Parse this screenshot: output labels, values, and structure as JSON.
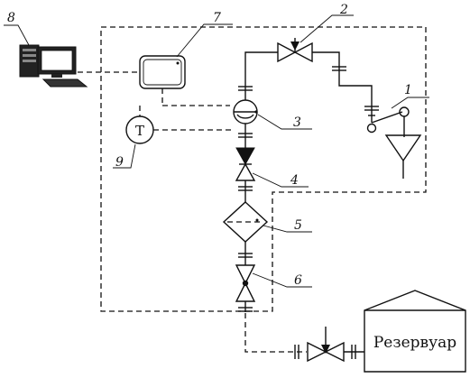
{
  "labels": {
    "l1": "1",
    "l2": "2",
    "l3": "3",
    "l4": "4",
    "l5": "5",
    "l6": "6",
    "l7": "7",
    "l8": "8",
    "l9": "9"
  },
  "sensor_symbol": "T",
  "tank_label": "Резервуар"
}
